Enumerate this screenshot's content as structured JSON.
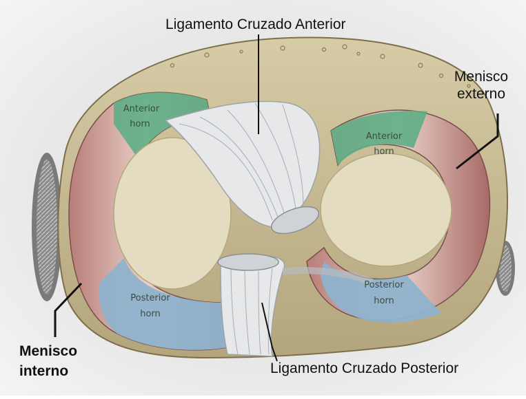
{
  "labels": {
    "acl": "Ligamento Cruzado Anterior",
    "pcl": "Ligamento Cruzado Posterior",
    "lateral_meniscus": [
      "Menisco",
      "externo"
    ],
    "medial_meniscus": [
      "Menisco",
      "interno"
    ]
  },
  "horns": {
    "left_anterior": [
      "Anterior",
      "horn"
    ],
    "left_posterior": [
      "Posterior",
      "horn"
    ],
    "right_anterior": [
      "Anterior",
      "horn"
    ],
    "right_posterior": [
      "Posterior",
      "horn"
    ]
  },
  "colors": {
    "plateau": "#c9bc94",
    "meniscus": "#a86a66",
    "anterior_horn": "#5fae86",
    "posterior_horn": "#8fb2cc",
    "ligament": "#e7e8ea",
    "cartilage": "#e4dcc0"
  }
}
